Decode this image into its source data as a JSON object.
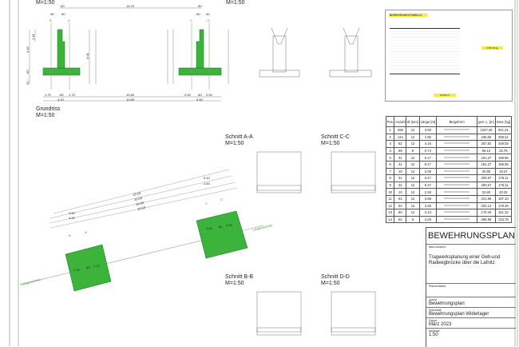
{
  "scale_label": "M=1:50",
  "elevation": {
    "title": "Grundriss",
    "scale": "M=1:50",
    "dims": {
      "total": "14.29",
      "cap": ".60",
      "top_left": "40",
      "top_left2": ".60",
      "top_right": "40",
      "top_right2": ".60",
      "left_split": [
        "1.70",
        ".60",
        "1.70"
      ],
      "left_total": "4.20",
      "mid": "10.89",
      "right_split": [
        "2.00",
        ".60",
        "2.00"
      ],
      "right_total": "4.60",
      "vert": [
        "1.41",
        "3.42",
        "3.01",
        ".60",
        "20"
      ]
    },
    "markers": [
      "A",
      "B",
      "C",
      "D"
    ]
  },
  "plan": {
    "dims_top": [
      "4.50",
      "4.20",
      "13.59",
      "10.59",
      "10.59",
      "10.59",
      "10.59",
      "5.10",
      "4.60",
      "2.00",
      ".60",
      "2.00",
      "15",
      "1.70",
      ".60",
      "1.70"
    ],
    "label": "Längenschnitt"
  },
  "sections": [
    {
      "title": "Schnitt A-A",
      "scale": "M=1:50"
    },
    {
      "title": "Schnitt C-C",
      "scale": "M=1:50"
    },
    {
      "title": "Schnitt B-B",
      "scale": "M=1:50"
    },
    {
      "title": "Schnitt D-D",
      "scale": "M=1:50"
    }
  ],
  "summary": {
    "title": "BEWEHRUNGSTABELLE",
    "total_hl": "1795,15 kg",
    "sum_hl": "33,08 m³"
  },
  "rebar_table": {
    "headers": [
      "Pos.",
      "Anzahl",
      "Ø [mm]",
      "Länge [m]",
      "Biegeform",
      "ges. L. [m]",
      "Gew. [kg]"
    ],
    "rows": [
      [
        "1",
        "266",
        "12",
        "3.90",
        "1037.40",
        "921.21"
      ],
      [
        "2",
        "124",
        "12",
        "1.90",
        "235.60",
        "209.21"
      ],
      [
        "3",
        "62",
        "12",
        "4.16",
        "257.92",
        "229.03"
      ],
      [
        "4",
        "88",
        "8",
        "0.74",
        "65.12",
        "32.76"
      ],
      [
        "5",
        "31",
        "12",
        "6.17",
        "191.27",
        "169.85"
      ],
      [
        "6",
        "31",
        "12",
        "6.17",
        "191.27",
        "169.85"
      ],
      [
        "7",
        "10",
        "12",
        "2.08",
        "20.80",
        "18.47"
      ],
      [
        "8",
        "31",
        "12",
        "6.47",
        "200.57",
        "178.11"
      ],
      [
        "9",
        "31",
        "12",
        "6.47",
        "200.57",
        "178.11"
      ],
      [
        "10",
        "10",
        "12",
        "2.28",
        "22.80",
        "20.25"
      ],
      [
        "11",
        "62",
        "12",
        "3.58",
        "221.96",
        "197.10"
      ],
      [
        "12",
        "62",
        "12",
        "3.26",
        "202.12",
        "179.48"
      ],
      [
        "13",
        "80",
        "12",
        "2.13",
        "170.40",
        "151.32"
      ],
      [
        "14",
        "62",
        "8",
        "4.29",
        "265.98",
        "133.79"
      ]
    ]
  },
  "title_block": {
    "title": "BEWEHRUNGSPLAN",
    "project_label": "Bauvorhaben:",
    "project": "Tragwerksplanung einer Geh-und Radwegbrücke über die Lafnitz",
    "author_label": "Planverfasser:",
    "purpose_label": "Zweck:",
    "purpose": "Bewehrungsplan",
    "content_label": "Planinhalt:",
    "content": "Bewehrungsplan Widerlager",
    "date_label": "Datum:",
    "date": "März 2023",
    "scale_label": "Maßstab:",
    "scale": "1:50"
  },
  "colors": {
    "concrete": "#3cb43c",
    "marker": "#6aa85a"
  }
}
